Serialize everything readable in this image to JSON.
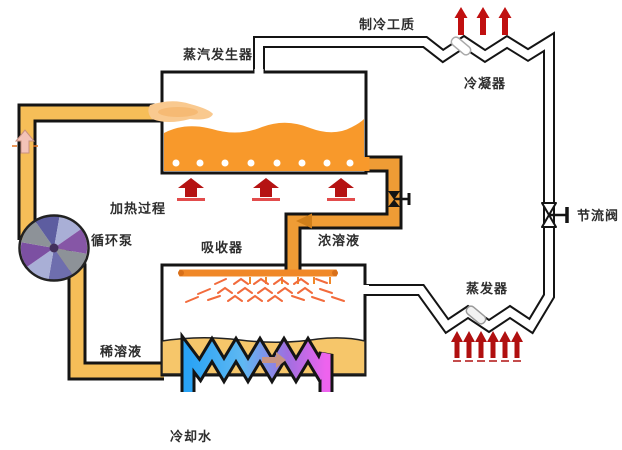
{
  "diagram": {
    "labels": {
      "refrigerant": "制冷工质",
      "steam_generator": "蒸汽发生器",
      "condenser": "冷凝器",
      "throttle_valve": "节流阀",
      "evaporator": "蒸发器",
      "heating_process": "加热过程",
      "circulation_pump": "循环泵",
      "absorber": "吸收器",
      "concentrated_solution": "浓溶液",
      "dilute_solution": "稀溶液",
      "cooling_water": "冷却水"
    },
    "colors": {
      "background": "#FFFFFF",
      "outline": "#141414",
      "solution_pipe": "#F6BE58",
      "concentrated_pipe": "#EF9C35",
      "generator_liquid": "#F8992B",
      "absorber_pool": "#F6C66A",
      "sprinkler": "#F08828",
      "spray": "#F26B3C",
      "flame": "#F9C98F",
      "heat_arrow_red": "#B51313",
      "cooling_water_in": "#29A3F5",
      "cooling_water_out": "#EE63EE",
      "pump_blue": "#6E6EAE",
      "pump_purple": "#7C50A2"
    }
  }
}
